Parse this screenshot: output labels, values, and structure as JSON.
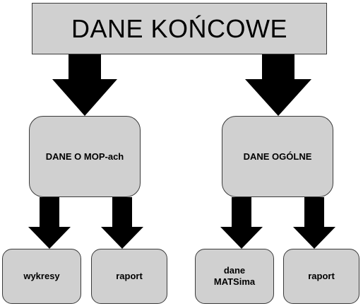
{
  "diagram": {
    "title": "DANE KOŃCOWE",
    "branches": [
      {
        "label": "DANE O MOP-ach",
        "children": [
          {
            "lines": [
              "wykresy"
            ]
          },
          {
            "lines": [
              "raport"
            ]
          }
        ]
      },
      {
        "label": "DANE OGÓLNE",
        "children": [
          {
            "lines": [
              "dane",
              "MATSima"
            ]
          },
          {
            "lines": [
              "raport"
            ]
          }
        ]
      }
    ],
    "colors": {
      "box_fill": "#d0d0d0",
      "box_border": "#3a3a3a",
      "arrow": "#000000"
    }
  }
}
